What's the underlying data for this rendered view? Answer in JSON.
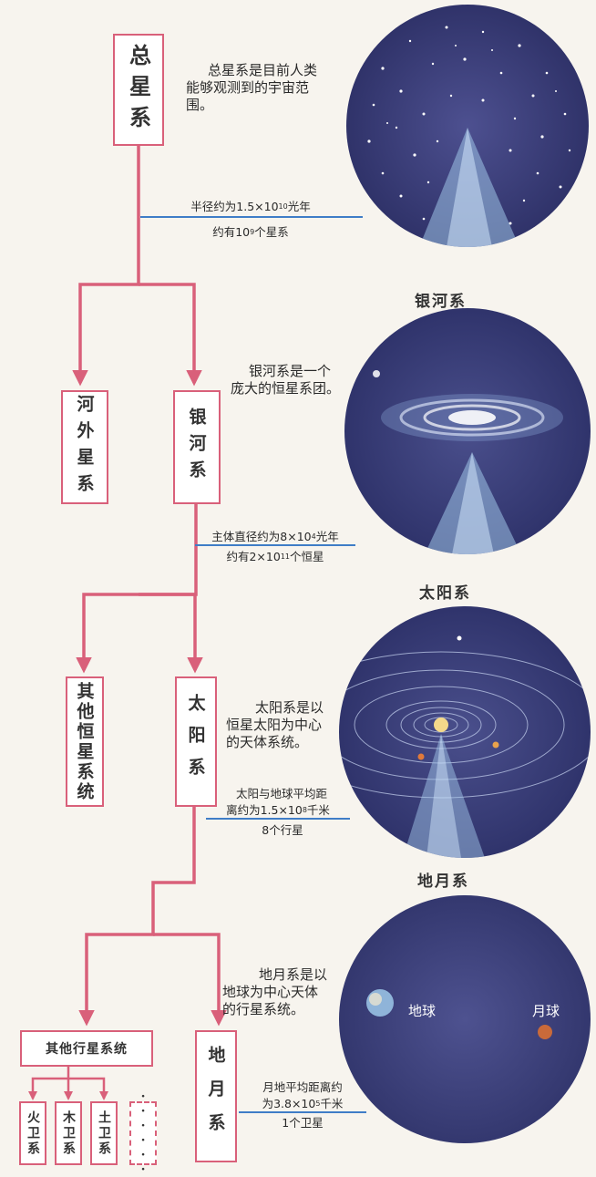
{
  "colors": {
    "connector": "#d9607a",
    "stat_line": "#3f7dc7",
    "sky": "#3b3f78"
  },
  "nodes": {
    "universe": "总星系",
    "extragalactic": "河外星系",
    "galaxy": "银河系",
    "other_star_systems": "其他恒星系统",
    "solar_system": "太阳系",
    "other_planet_systems": "其他行星系统",
    "earth_moon": "地月系",
    "mars_moons": "火卫系",
    "jupiter_moons": "木卫系",
    "saturn_moons": "土卫系"
  },
  "descriptions": {
    "universe": "总星系是目前人类能够观测到的宇宙范围。",
    "galaxy": "银河系是一个庞大的恒星系团。",
    "solar_system": "太阳系是以恒星太阳为中心的天体系统。",
    "earth_moon": "地月系是以地球为中心天体的行星系统。"
  },
  "stats": {
    "universe_radius": {
      "pre": "半径约为1.5×10",
      "exp": "10",
      "post": "光年"
    },
    "universe_count": {
      "pre": "约有10",
      "exp": "9",
      "post": "个星系"
    },
    "galaxy_diameter": {
      "pre": "主体直径约为8×10",
      "exp": "4",
      "post": "光年"
    },
    "galaxy_count": {
      "pre": "约有2×10",
      "exp": "11",
      "post": "个恒星"
    },
    "solar_distance_1": "太阳与地球平均距",
    "solar_distance_2": {
      "pre": "离约为1.5×10",
      "exp": "8",
      "post": "千米"
    },
    "solar_planets": "8个行星",
    "moon_distance_1": "月地平均距离约",
    "moon_distance_2": {
      "pre": "为3.8×10",
      "exp": "5",
      "post": "千米"
    },
    "moon_satellites": "1个卫星"
  },
  "circle_labels": {
    "galaxy": "银河系",
    "solar": "太阳系",
    "earth_moon": "地月系"
  },
  "planet_labels": {
    "earth": "地球",
    "moon": "月球"
  },
  "ellipsis": "······"
}
